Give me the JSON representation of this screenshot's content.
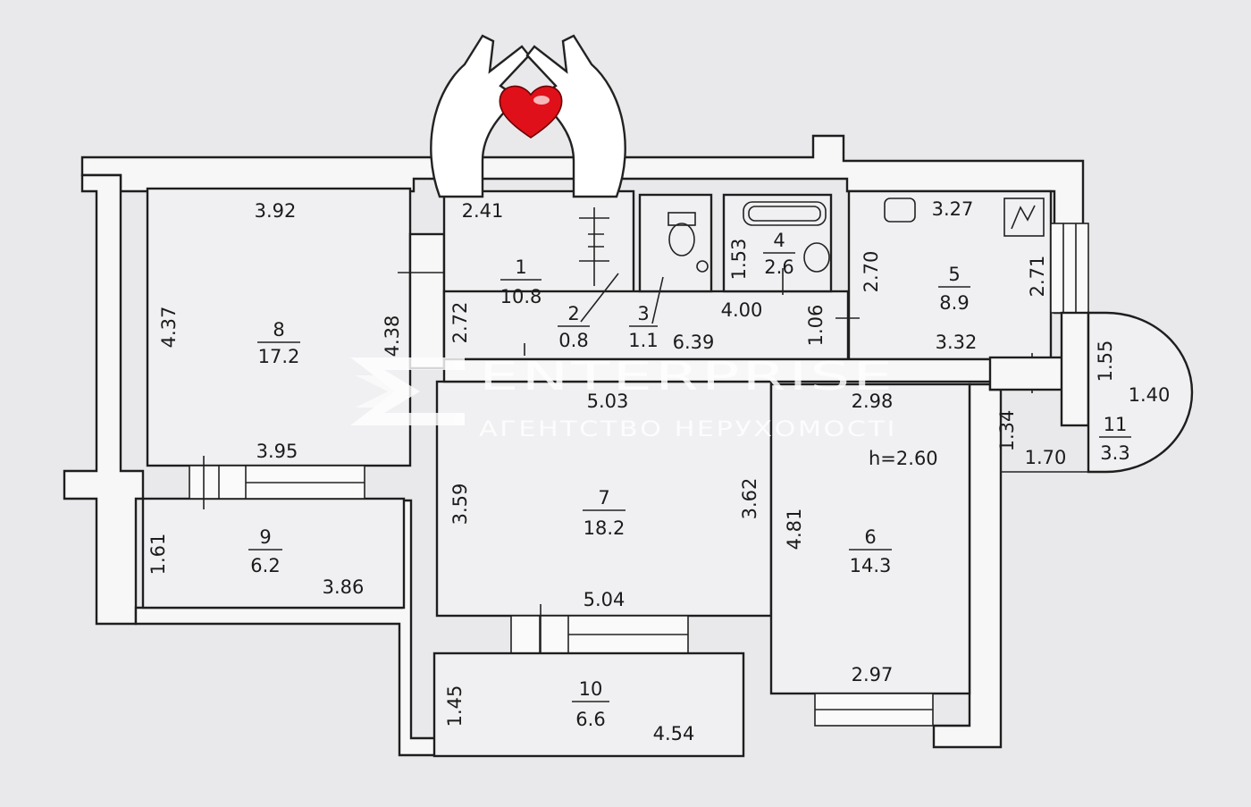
{
  "watermark": {
    "brand": "ENTERPRISE",
    "subtitle": "АГЕНТСТВО НЕРУХОМОСТІ"
  },
  "ceiling_height": "h=2.60",
  "rooms": [
    {
      "id": "1",
      "area": "10.8"
    },
    {
      "id": "2",
      "area": "0.8"
    },
    {
      "id": "3",
      "area": "1.1"
    },
    {
      "id": "4",
      "area": "2.6"
    },
    {
      "id": "5",
      "area": "8.9"
    },
    {
      "id": "6",
      "area": "14.3"
    },
    {
      "id": "7",
      "area": "18.2"
    },
    {
      "id": "8",
      "area": "17.2"
    },
    {
      "id": "9",
      "area": "6.2"
    },
    {
      "id": "10",
      "area": "6.6"
    },
    {
      "id": "11",
      "area": "3.3"
    }
  ],
  "dimensions": {
    "room8_top": "3.92",
    "room8_left": "4.37",
    "room8_right": "4.38",
    "room8_bottom": "3.95",
    "room9_left": "1.61",
    "room9_bottom": "3.86",
    "room1_top": "2.41",
    "room1_side": "2.72",
    "room4_side": "1.53",
    "corridor_a": "4.00",
    "corridor_b": "6.39",
    "corridor_c": "1.06",
    "room5_top": "3.27",
    "room5_left": "2.70",
    "room5_right": "2.71",
    "room5_bottom": "3.32",
    "balcony11_a": "1.55",
    "balcony11_b": "1.40",
    "balcony11_c": "1.34",
    "balcony11_d": "1.70",
    "room7_top": "5.03",
    "room7_left": "3.59",
    "room7_right": "3.62",
    "room7_bottom": "5.04",
    "room6_top": "2.98",
    "room6_left": "4.81",
    "room6_bottom": "2.97",
    "room10_left": "1.45",
    "room10_bottom": "4.54"
  },
  "colors": {
    "paper": "#e9e9ec",
    "line": "#1e1e1e",
    "heart": "#e0101a"
  }
}
